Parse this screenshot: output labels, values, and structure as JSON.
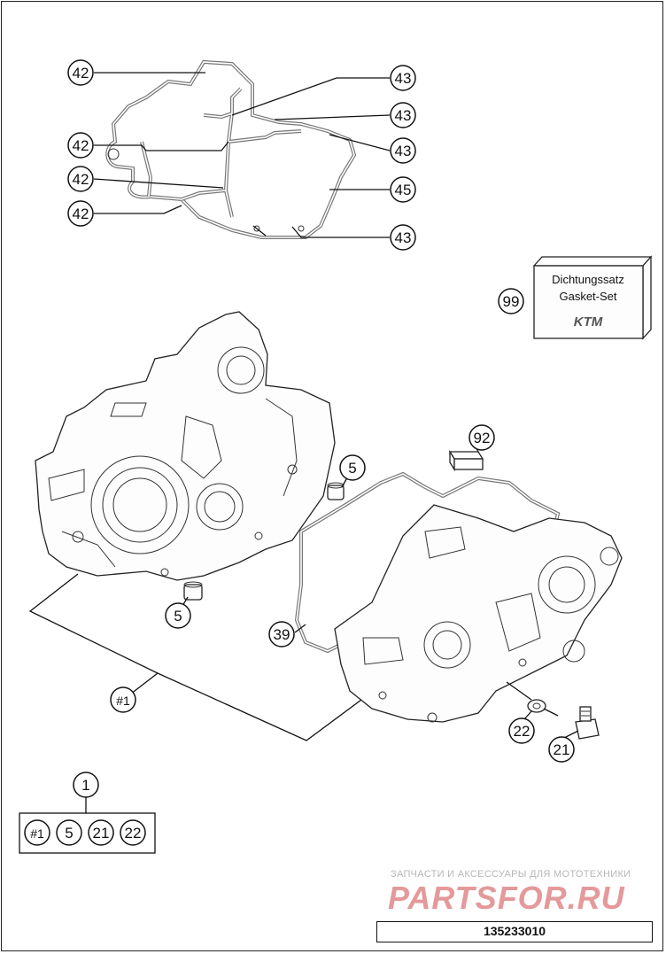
{
  "callouts": {
    "c42a": "42",
    "c42b": "42",
    "c42c": "42",
    "c42d": "42",
    "c43a": "43",
    "c43b": "43",
    "c43c": "43",
    "c43d": "43",
    "c45": "45",
    "c99": "99",
    "c92": "92",
    "c5a": "5",
    "c5b": "5",
    "c39": "39",
    "c22": "22",
    "c21": "21",
    "c1": "1",
    "c_hash1": "#1"
  },
  "gasket_kit": {
    "line1": "Dichtungssatz",
    "line2": "Gasket-Set",
    "brand": "KTM"
  },
  "assembly_set": {
    "items": [
      "#1",
      "5",
      "21",
      "22"
    ]
  },
  "watermark": {
    "subtitle": "ЗАПЧАСТИ И АКСЕССУАРЫ ДЛЯ МОТОТЕХНИКИ",
    "logo": "PARTSFOR.RU"
  },
  "drawing_number": "135233010",
  "colors": {
    "line": "#111111",
    "watermark_logo": "#e4999a",
    "watermark_text": "#b7b7b7"
  }
}
